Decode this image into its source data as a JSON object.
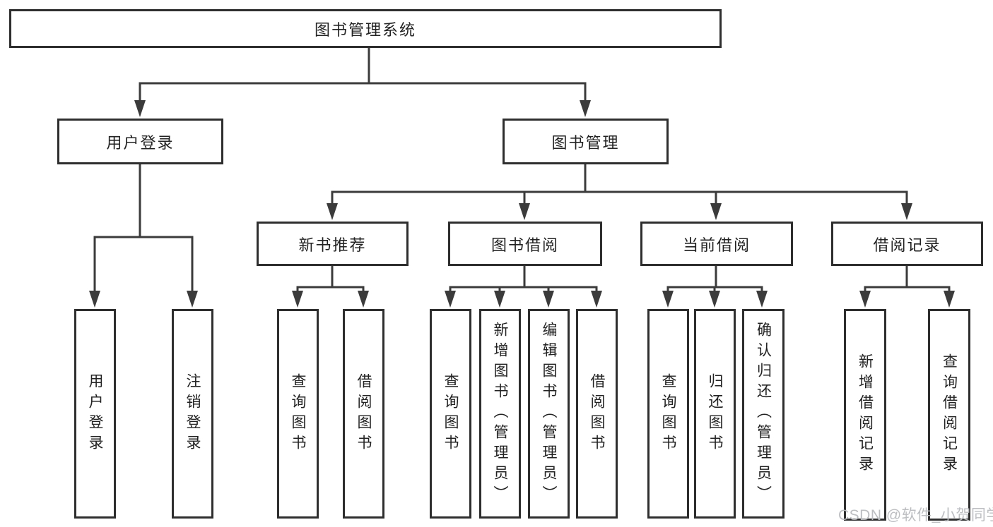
{
  "diagram": {
    "root": {
      "label": "图书管理系统"
    },
    "branches": [
      {
        "label": "用户登录",
        "children": [
          {
            "label": "用户登录"
          },
          {
            "label": "注销登录"
          }
        ]
      },
      {
        "label": "图书管理",
        "children": [
          {
            "label": "新书推荐",
            "children": [
              {
                "label": "查询图书"
              },
              {
                "label": "借阅图书"
              }
            ]
          },
          {
            "label": "图书借阅",
            "children": [
              {
                "label": "查询图书"
              },
              {
                "label": "新增图书（管理员）"
              },
              {
                "label": "编辑图书（管理员）"
              },
              {
                "label": "借阅图书"
              }
            ]
          },
          {
            "label": "当前借阅",
            "children": [
              {
                "label": "查询图书"
              },
              {
                "label": "归还图书"
              },
              {
                "label": "确认归还（管理员）"
              }
            ]
          },
          {
            "label": "借阅记录",
            "children": [
              {
                "label": "新增借阅记录"
              },
              {
                "label": "查询借阅记录"
              }
            ]
          }
        ]
      }
    ]
  },
  "watermark": {
    "text": "CSDN @软件_小贺同学"
  },
  "colors": {
    "line": "#3b3b3b",
    "box_border": "#2e2e2e",
    "text": "#222222",
    "watermark": "#b9bcbf",
    "background": "#ffffff"
  }
}
